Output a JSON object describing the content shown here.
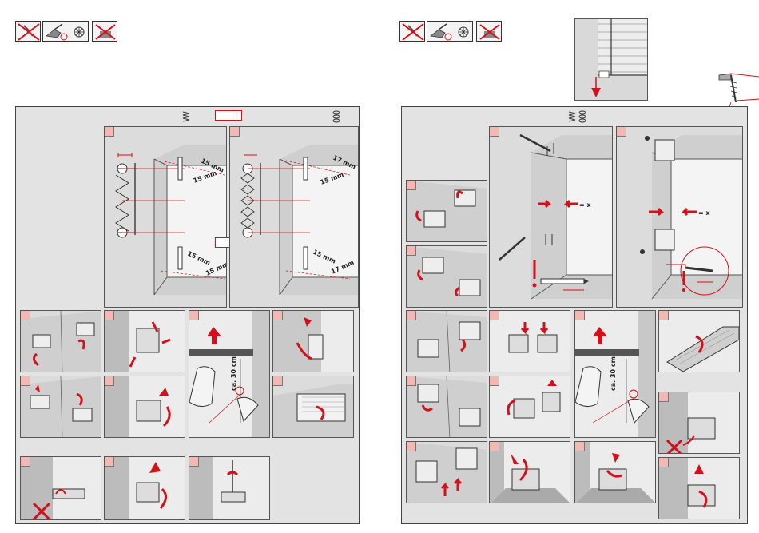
{
  "measurements": {
    "m15": "15 mm",
    "m17": "17 mm",
    "ca30": "ca. 30 cm",
    "x": "= x"
  },
  "colors": {
    "accent_red": "#d2121a",
    "panel_bg": "#e3e3e3",
    "number_tag": "#f2b8b3"
  },
  "icons": {
    "left_header": [
      "no-hammer-icon",
      "screwdriver-drill-icon",
      "no-glue-icon"
    ],
    "right_header": [
      "no-hammer-icon",
      "screwdriver-drill-icon",
      "no-glue-icon"
    ],
    "pleat_single": "pleat-single-icon",
    "pleat_double": "pleat-double-icon"
  }
}
